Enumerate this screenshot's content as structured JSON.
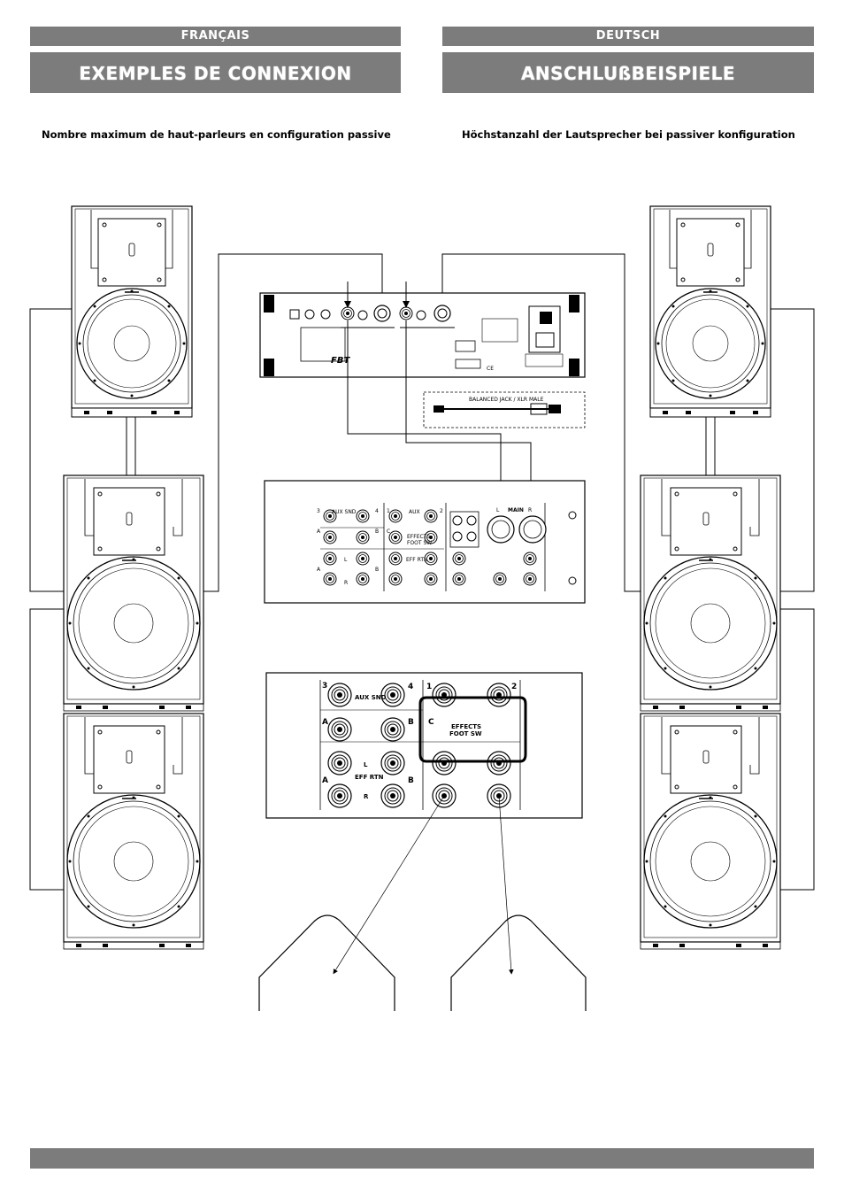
{
  "header": {
    "left": {
      "language": "FRANÇAIS",
      "title": "EXEMPLES DE CONNEXION",
      "subtitle": "Nombre maximum de haut-parleurs en configuration passive"
    },
    "right": {
      "language": "DEUTSCH",
      "title": "ANSCHLUßBEISPIELE",
      "subtitle": "Höchstanzahl der Lautsprecher bei passiver konfiguration"
    }
  },
  "amplifier": {
    "brand": "FBT",
    "ce_mark": "CE",
    "cable_label": "BALANCED JACK / XLR MALE"
  },
  "mixer_panel": {
    "aux_snd": "AUX SND",
    "aux": "AUX",
    "main": "MAIN",
    "ch3": "3",
    "ch4": "4",
    "ch1": "1",
    "ch2": "2",
    "a": "A",
    "b": "B",
    "c": "C",
    "l": "L",
    "r": "R",
    "effects": "EFFECTS",
    "foot_sw": "FOOT SW",
    "eff_rtn": "EFF RTN"
  },
  "zoom_panel": {
    "ch3": "3",
    "aux_snd": "AUX SND",
    "ch4": "4",
    "ch1": "1",
    "ch2": "2",
    "a_top": "A",
    "b_top": "B",
    "c": "C",
    "effects": "EFFECTS",
    "foot_sw": "FOOT SW",
    "l": "L",
    "a_bottom": "A",
    "eff_rtn": "EFF RTN",
    "b_bottom": "B",
    "r": "R"
  },
  "footer_bar": {
    "color": "#7c7c7c"
  }
}
